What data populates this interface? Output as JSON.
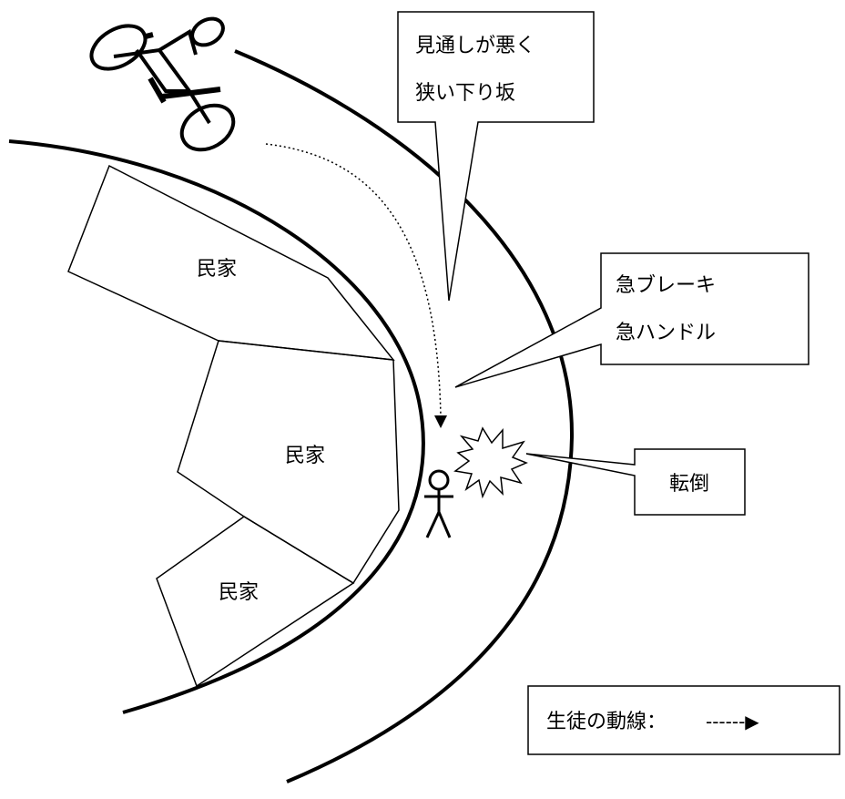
{
  "labels": {
    "warning_line1": "見通しが悪く",
    "warning_line2": "狭い下り坂",
    "action_line1": "急ブレーキ",
    "action_line2": "急ハンドル",
    "fall": "転倒",
    "house1": "民家",
    "house2": "民家",
    "house3": "民家"
  },
  "legend": {
    "label": "生徒の動線：",
    "arrow": "------▶"
  }
}
